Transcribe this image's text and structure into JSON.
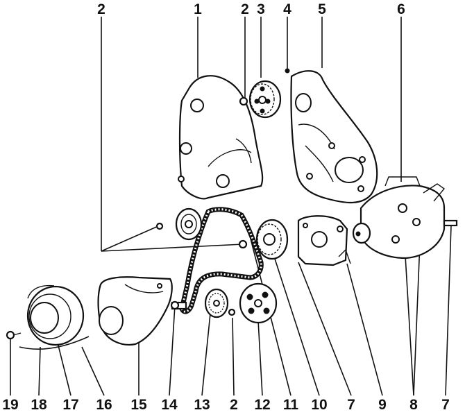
{
  "callouts_top": [
    "2",
    "1",
    "2",
    "3",
    "4",
    "5",
    "6"
  ],
  "callouts_bottom": [
    "19",
    "18",
    "17",
    "16",
    "15",
    "14",
    "13",
    "2",
    "12",
    "11",
    "10",
    "7",
    "9",
    "8",
    "7"
  ]
}
